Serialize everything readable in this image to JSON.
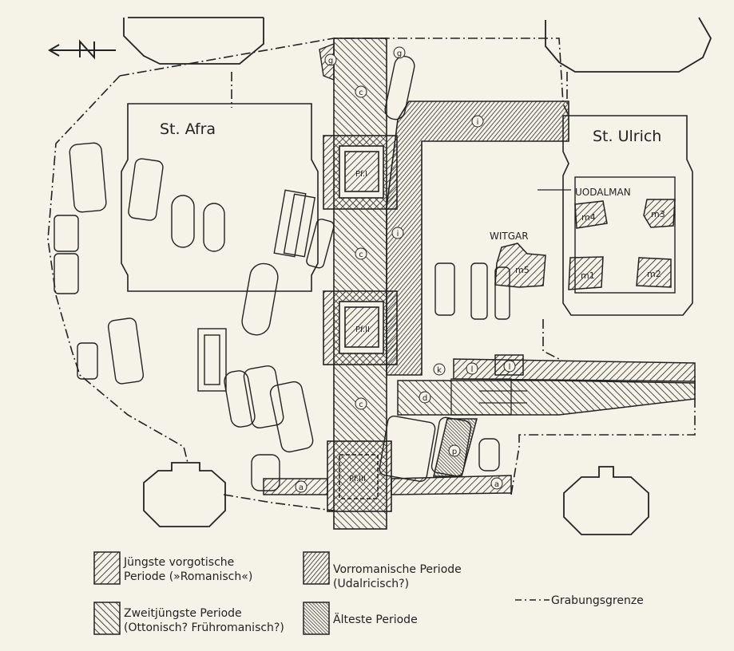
{
  "north_label": "N",
  "churches": {
    "afra": "St. Afra",
    "ulrich": "St. Ulrich"
  },
  "piers": [
    "Pf.I",
    "Pf.II",
    "Pf.III"
  ],
  "graves": {
    "witgar": "WITGAR",
    "uodalman": "UODALMAN",
    "m1": "m1",
    "m2": "m2",
    "m3": "m3",
    "m4": "m4",
    "m5": "m5"
  },
  "wall_letters": {
    "a": "a",
    "c": "c",
    "d": "d",
    "g": "g",
    "i": "i",
    "k": "k",
    "l": "l",
    "p": "p"
  },
  "legend": {
    "youngest": [
      "Jüngste vorgotische",
      "Periode (»Romanisch«)"
    ],
    "second": [
      "Zweitjüngste Periode",
      "(Ottonisch? Frühromanisch?)"
    ],
    "preromanesque": [
      "Vorromanische Periode",
      "(Udalricisch?)"
    ],
    "oldest": "Älteste Periode",
    "boundary": "Grabungsgrenze"
  },
  "colors": {
    "paper": "#f5f2e7",
    "ink": "#222222"
  }
}
